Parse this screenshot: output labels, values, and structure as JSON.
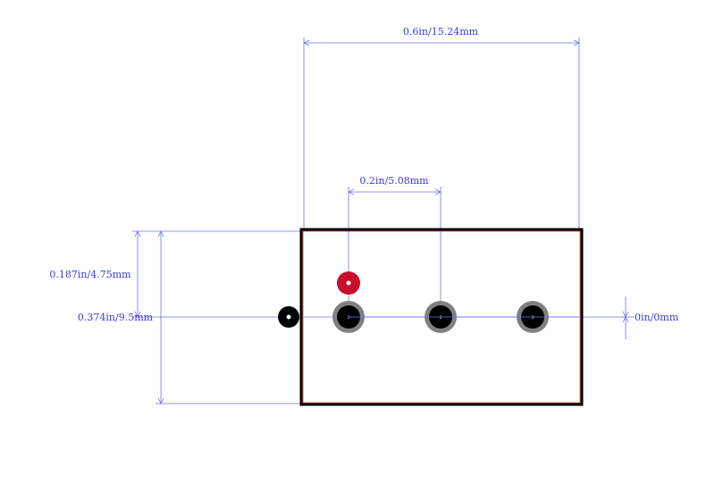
{
  "dimensions": {
    "overall_width": "0.6in/15.24mm",
    "pitch": "0.2in/5.08mm",
    "half_height": "0.187in/4.75mm",
    "body_height": "0.374in/9.5mm",
    "offset": "0in/0mm"
  },
  "pins": [
    {
      "label": "1"
    },
    {
      "label": "2"
    },
    {
      "label": "3"
    }
  ],
  "colors": {
    "dimension": "#3c3cd8",
    "outline": "#000000",
    "pad_ring": "#808080",
    "pin1_marker": "#c8102e"
  }
}
